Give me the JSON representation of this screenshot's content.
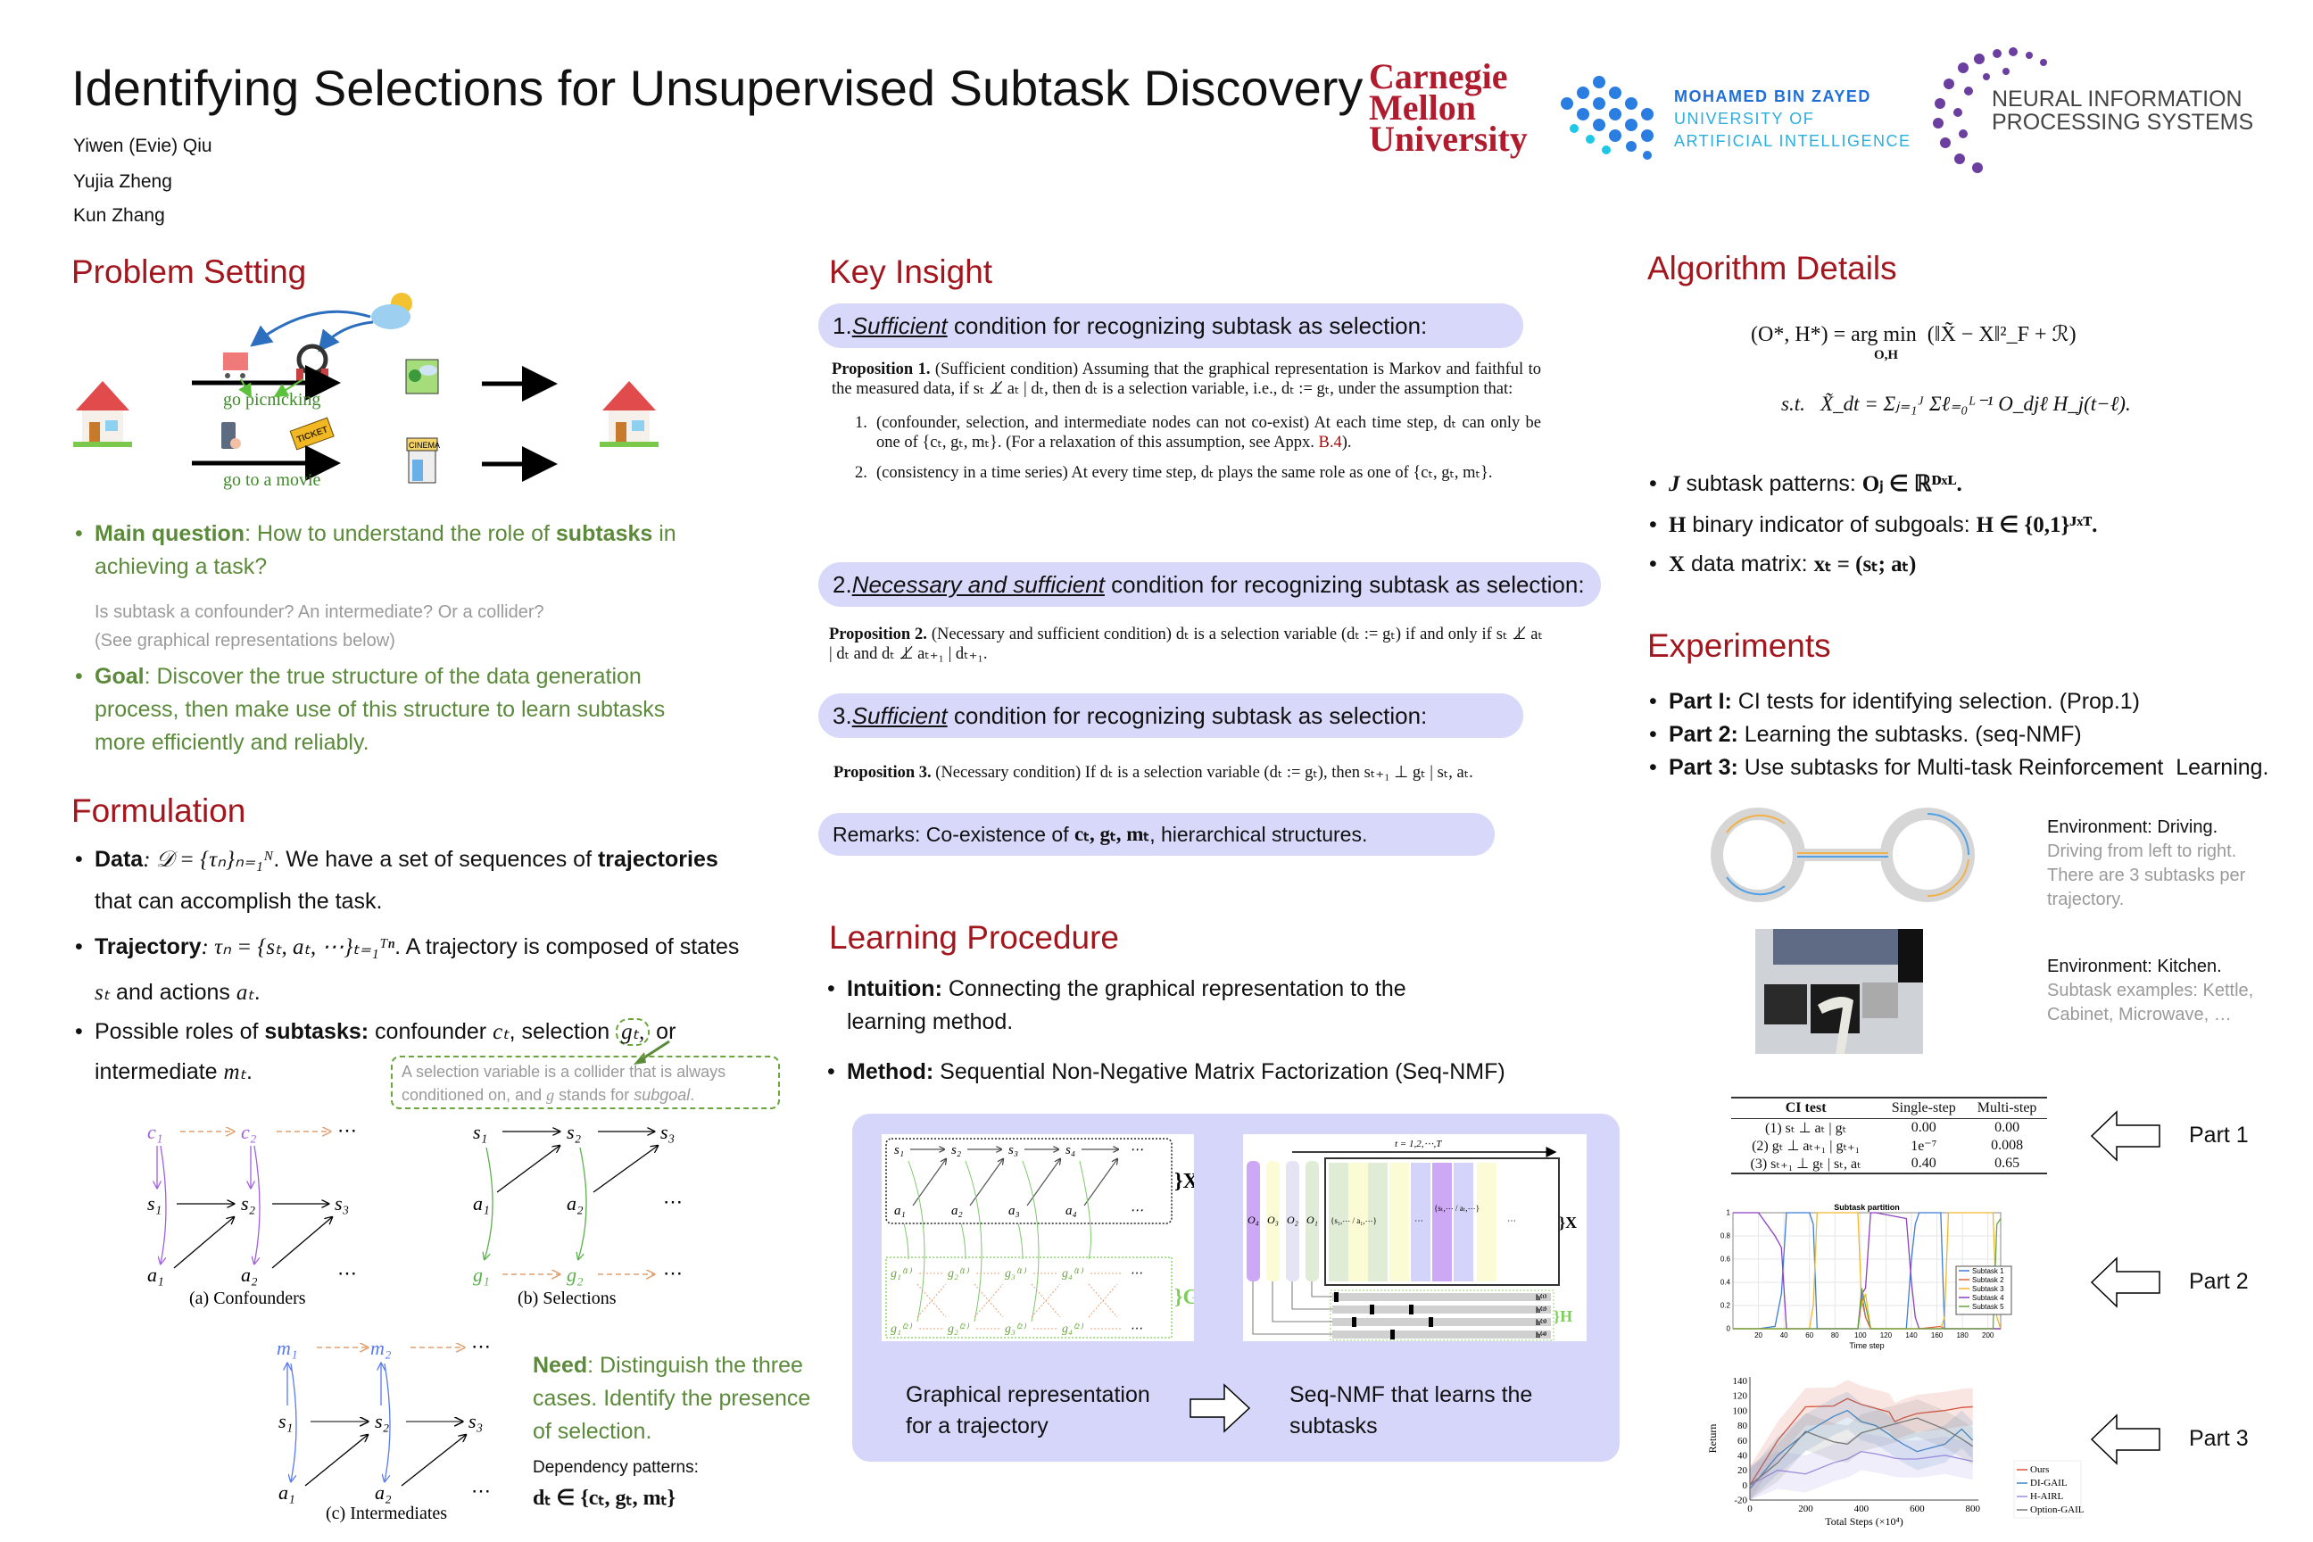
{
  "title": "Identifying Selections for Unsupervised Subtask Discovery",
  "authors": [
    "Yiwen (Evie) Qiu",
    "Yujia Zheng",
    "Kun Zhang"
  ],
  "logos": {
    "cmu": [
      "Carnegie",
      "Mellon",
      "University"
    ],
    "mbzuai": [
      "MOHAMED BIN ZAYED",
      "UNIVERSITY OF",
      "ARTIFICIAL INTELLIGENCE"
    ],
    "neurips": [
      "NEURAL INFORMATION",
      "PROCESSING SYSTEMS"
    ]
  },
  "colors": {
    "heading": "#a3161d",
    "accent_green": "#5b8a3a",
    "pill": "#d8d8fa",
    "box": "#d6d6fa"
  },
  "problem": {
    "heading": "Problem Setting",
    "figure": {
      "route_top": "go picnicking",
      "route_bottom": "go to a movie",
      "cinema": "CINEMA",
      "ticket": "TICKET"
    },
    "main_question": {
      "label": "Main question",
      "t1": ": How to understand the role of ",
      "bold": "subtasks",
      "t2": " in achieving a task?"
    },
    "gray_lines": [
      "Is subtask a confounder? An intermediate? Or a collider?",
      "(See graphical representations below)"
    ],
    "goal": {
      "label": "Goal",
      "text": ": Discover the true structure of the data generation process, then make use of this structure to learn subtasks more efficiently and reliably."
    }
  },
  "formulation": {
    "heading": "Formulation",
    "data": {
      "label": "Data",
      "math": ": 𝒟 = {τₙ}ₙ₌₁ᴺ",
      "t1": ". We have a set of sequences of ",
      "bold": "trajectories",
      "t2": "that can accomplish the task."
    },
    "trajectory": {
      "label": "Trajectory",
      "math": ": τₙ = {sₜ, aₜ, ⋯}ₜ₌₁ᵀⁿ",
      "t1": ". A trajectory is composed of states",
      "t2a": "sₜ",
      "t2": " and actions ",
      "t2b": "aₜ",
      "t2c": "."
    },
    "roles": {
      "t1": "Possible roles of ",
      "bold": "subtasks:",
      "t2": " confounder ",
      "c": "cₜ",
      "t3": ", selection ",
      "g": "gₜ,",
      "t4": " or",
      "t5": "intermediate ",
      "m": "mₜ",
      "t6": "."
    },
    "callout": {
      "t1": "A selection variable is a collider that is always conditioned on, and ",
      "g": "g",
      "t2": " stands for ",
      "it": "subgoal",
      "t3": "."
    },
    "graphs": {
      "a": {
        "caption": "(a) Confounders",
        "top": [
          "c₁",
          "c₂",
          "⋯"
        ],
        "mid": [
          "s₁",
          "s₂",
          "s₃"
        ],
        "bot": [
          "a₁",
          "a₂",
          "⋯"
        ]
      },
      "b": {
        "caption": "(b) Selections",
        "top": [
          "s₁",
          "s₂",
          "s₃"
        ],
        "mid": [
          "a₁",
          "a₂",
          "⋯"
        ],
        "bot": [
          "g₁",
          "g₂",
          "⋯"
        ]
      },
      "c": {
        "caption": "(c) Intermediates",
        "top": [
          "m₁",
          "m₂",
          "⋯"
        ],
        "mid": [
          "s₁",
          "s₂",
          "s₃"
        ],
        "bot": [
          "a₁",
          "a₂",
          "⋯"
        ]
      }
    },
    "need": {
      "label": "Need",
      "text": ": Distinguish the three cases. Identify the presence of selection."
    },
    "dependency": {
      "label": "Dependency patterns:",
      "math": "dₜ ∈ {cₜ, gₜ, mₜ}"
    }
  },
  "key_insight": {
    "heading": "Key Insight",
    "pills": [
      {
        "num": "1. ",
        "em": "Sufficient",
        "rest": " condition for recognizing subtask as selection:"
      },
      {
        "num": "2. ",
        "em": "Necessary and sufficient",
        "rest": " condition for recognizing subtask as selection:"
      },
      {
        "num": "3. ",
        "em": "Sufficient",
        "rest": " condition for recognizing subtask as selection:"
      }
    ],
    "prop1": {
      "label": "Proposition 1.",
      "text": " (Sufficient condition) Assuming that the graphical representation is Markov and faithful to the measured data, if sₜ ⊥̸ aₜ | dₜ, then dₜ is a selection variable, i.e., dₜ := gₜ, under the assumption that:",
      "items": [
        {
          "n": "1.",
          "text": "(confounder, selection, and intermediate nodes can not co-exist) At each time step, dₜ can only be one of {cₜ, gₜ, mₜ}. (For a relaxation of this assumption, see Appx. ",
          "link": "B.4",
          "end": ")."
        },
        {
          "n": "2.",
          "text": "(consistency in a time series) At every time step, dₜ plays the same role as one of {cₜ, gₜ, mₜ}."
        }
      ]
    },
    "prop2": {
      "label": "Proposition 2.",
      "text": " (Necessary and sufficient condition) dₜ is a selection variable (dₜ := gₜ) if and only if sₜ ⊥̸ aₜ | dₜ and dₜ ⊥̸ aₜ₊₁ | dₜ₊₁."
    },
    "prop3": {
      "label": "Proposition 3.",
      "text": " (Necessary condition) If dₜ is a selection variable (dₜ := gₜ), then sₜ₊₁ ⊥ gₜ | sₜ, aₜ."
    },
    "remarks": {
      "t1": "Remarks: Co-existence of ",
      "math": "cₜ, gₜ, mₜ",
      "t2": ", hierarchical structures."
    }
  },
  "learning": {
    "heading": "Learning Procedure",
    "intuition": {
      "label": "Intuition:",
      "text": " Connecting the graphical representation to the learning method."
    },
    "method": {
      "label": "Method:",
      "text": " Sequential Non-Negative Matrix Factorization (Seq-NMF)"
    },
    "fig_left": {
      "s": [
        "s₁",
        "s₂",
        "s₃",
        "s₄",
        "⋯"
      ],
      "a": [
        "a₁",
        "a₂",
        "a₃",
        "a₄",
        "⋯"
      ],
      "g1": [
        "g₁⁽¹⁾",
        "g₂⁽¹⁾",
        "g₃⁽¹⁾",
        "g₄⁽¹⁾",
        "⋯"
      ],
      "g2": [
        "g₁⁽²⁾",
        "g₂⁽²⁾",
        "g₃⁽²⁾",
        "g₄⁽²⁾",
        "⋯"
      ],
      "X": "}X",
      "G": "}G"
    },
    "fig_right": {
      "time": "t = 1,2,⋯,T",
      "O": [
        "O₄",
        "O₃",
        "O₂",
        "O₁"
      ],
      "col1": "{s₁,⋯ / a₁,⋯}",
      "colt": "{sₜ,⋯ / aₜ,⋯}",
      "dots": "⋯",
      "h": [
        "h⁽¹⁾",
        "h⁽²⁾",
        "h⁽³⁾",
        "h⁽⁴⁾"
      ],
      "X": "}X",
      "H": "}H"
    },
    "caption_left": "Graphical representation for a trajectory",
    "caption_right": "Seq-NMF that learns the subtasks"
  },
  "algorithm": {
    "heading": "Algorithm Details",
    "eq1": "(O*, H*) = arg min  (‖X̃ − X‖²_F + ℛ)",
    "eq1_sub": "O,H",
    "eq2": "s.t.   X̃_dt = Σⱼ₌₁ᴶ Σℓ₌₀ᴸ⁻¹ O_djℓ H_j(t−ℓ).",
    "bullets": [
      {
        "b": "J",
        "t": " subtask patterns: ",
        "m": "Oⱼ ∈ ℝᴰˣᴸ."
      },
      {
        "b": "H",
        "t": " binary indicator of subgoals: ",
        "m": "H ∈ {0,1}ᴶˣᵀ."
      },
      {
        "b": "X",
        "t": " data matrix: ",
        "m": "xₜ = (sₜ; aₜ)"
      }
    ]
  },
  "experiments": {
    "heading": "Experiments",
    "bullets": [
      {
        "b": "Part I:",
        "t": " CI tests for identifying selection. (Prop.1)"
      },
      {
        "b": "Part 2:",
        "t": " Learning the subtasks. (seq-NMF)"
      },
      {
        "b": "Part 3:",
        "t": " Use subtasks for Multi-task Reinforcement  Learning."
      }
    ],
    "env_driving": {
      "title": "Environment: Driving.",
      "desc": [
        "Driving from left to right.",
        "There are 3 subtasks per",
        "trajectory."
      ]
    },
    "env_kitchen": {
      "title": "Environment: Kitchen.",
      "desc": [
        "Subtask examples: Kettle,",
        "Cabinet, Microwave, …"
      ]
    },
    "table": {
      "headers": [
        "CI test",
        "Single-step",
        "Multi-step"
      ],
      "rows": [
        [
          "(1) sₜ ⊥ aₜ | gₜ",
          "0.00",
          "0.00"
        ],
        [
          "(2) gₜ ⊥ aₜ₊₁ | gₜ₊₁",
          "1e⁻⁷",
          "0.008"
        ],
        [
          "(3) sₜ₊₁ ⊥ gₜ | sₜ, aₜ",
          "0.40",
          "0.65"
        ]
      ]
    },
    "parts": [
      "Part 1",
      "Part 2",
      "Part 3"
    ]
  },
  "chart_data": [
    {
      "type": "line",
      "title": "Subtask partition",
      "xlabel": "Time step",
      "ylabel": "",
      "xlim": [
        0,
        210
      ],
      "ylim": [
        0,
        1
      ],
      "xticks": [
        20,
        40,
        60,
        80,
        100,
        120,
        140,
        160,
        180,
        200
      ],
      "yticks": [
        0,
        0.2,
        0.4,
        0.6,
        0.8,
        1
      ],
      "grid": true,
      "legend": "right",
      "x": [
        0,
        20,
        33,
        38,
        42,
        60,
        63,
        66,
        98,
        101,
        104,
        108,
        112,
        136,
        140,
        143,
        146,
        163,
        166,
        169,
        204,
        207,
        210
      ],
      "series": [
        {
          "name": "Subtask 1",
          "color": "#3c7dd8",
          "values": [
            0,
            0,
            0.02,
            0.3,
            1,
            1,
            0.9,
            0,
            0,
            0.3,
            0.1,
            0,
            0,
            0,
            0.6,
            0.9,
            1,
            1,
            0,
            0,
            0,
            0,
            0
          ]
        },
        {
          "name": "Subtask 2",
          "color": "#e0663c",
          "values": [
            0,
            0,
            0,
            0,
            0,
            0,
            0,
            0,
            0,
            0.25,
            0.1,
            0,
            0,
            0,
            0,
            0,
            0,
            0.02,
            0,
            0,
            0,
            0,
            0
          ]
        },
        {
          "name": "Subtask 3",
          "color": "#f2b62b",
          "values": [
            0,
            0,
            0,
            0,
            0,
            0,
            0.2,
            1,
            1,
            0.2,
            0.3,
            0,
            0,
            0,
            0,
            0,
            0,
            0,
            0.1,
            1,
            1,
            0.1,
            0
          ]
        },
        {
          "name": "Subtask 4",
          "color": "#8c3fc1",
          "values": [
            1,
            1,
            0.8,
            0.7,
            0,
            0,
            0,
            0,
            0,
            0.3,
            0.35,
            1,
            1,
            0.95,
            0.4,
            0.1,
            0,
            0,
            0,
            0,
            0,
            0,
            0
          ]
        },
        {
          "name": "Subtask 5",
          "color": "#6aa63c",
          "values": [
            0,
            0,
            0,
            0,
            0,
            0,
            0,
            0,
            0,
            0.35,
            0.2,
            0,
            0,
            0,
            0,
            0,
            0,
            0,
            0,
            0,
            0,
            0.9,
            0.95
          ]
        }
      ]
    },
    {
      "type": "line",
      "title": "",
      "xlabel": "Total Steps (×10⁴)",
      "ylabel": "Return",
      "xlim": [
        0,
        820
      ],
      "ylim": [
        -20,
        145
      ],
      "xticks": [
        0,
        200,
        400,
        600,
        800
      ],
      "yticks": [
        -20,
        0,
        20,
        40,
        60,
        80,
        100,
        120,
        140
      ],
      "grid": false,
      "legend": "right",
      "x": [
        0,
        100,
        200,
        300,
        350,
        400,
        450,
        500,
        520,
        550,
        600,
        700,
        760,
        800
      ],
      "series": [
        {
          "name": "Ours",
          "color": "#d9523a",
          "values": [
            0,
            60,
            105,
            106,
            116,
            108,
            103,
            98,
            85,
            90,
            96,
            100,
            104,
            105
          ]
        },
        {
          "name": "DI-GAIL",
          "color": "#3f86c4",
          "values": [
            -5,
            40,
            70,
            92,
            100,
            85,
            80,
            68,
            62,
            55,
            45,
            55,
            75,
            60
          ]
        },
        {
          "name": "H-AIRL",
          "color": "#9b8de0",
          "values": [
            0,
            20,
            15,
            30,
            35,
            45,
            42,
            38,
            36,
            35,
            35,
            40,
            35,
            32
          ]
        },
        {
          "name": "Option-GAIL",
          "color": "#777777",
          "values": [
            0,
            30,
            72,
            58,
            55,
            70,
            75,
            80,
            82,
            85,
            90,
            75,
            62,
            52
          ]
        }
      ]
    }
  ]
}
